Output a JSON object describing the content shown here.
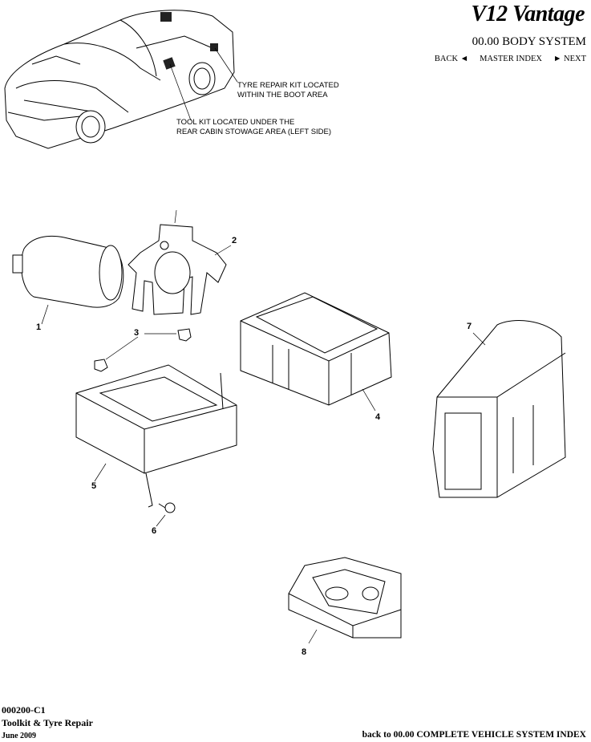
{
  "header": {
    "brand": "V12 Vantage",
    "system_title": "00.00 BODY SYSTEM",
    "nav": {
      "back": "BACK ◄",
      "master_index": "MASTER INDEX",
      "next": "► NEXT"
    }
  },
  "callouts": {
    "tyre_repair_line1": "TYRE REPAIR KIT LOCATED",
    "tyre_repair_line2": "WITHIN THE BOOT AREA",
    "tool_kit_line1": "TOOL KIT LOCATED UNDER THE",
    "tool_kit_line2": "REAR CABIN STOWAGE AREA (LEFT SIDE)"
  },
  "part_numbers": [
    "1",
    "2",
    "3",
    "4",
    "5",
    "6",
    "7",
    "8"
  ],
  "footer": {
    "code": "000200-C1",
    "title": "Toolkit & Tyre Repair",
    "date": "June 2009",
    "back_link": "back to 00.00 COMPLETE VEHICLE SYSTEM INDEX"
  }
}
